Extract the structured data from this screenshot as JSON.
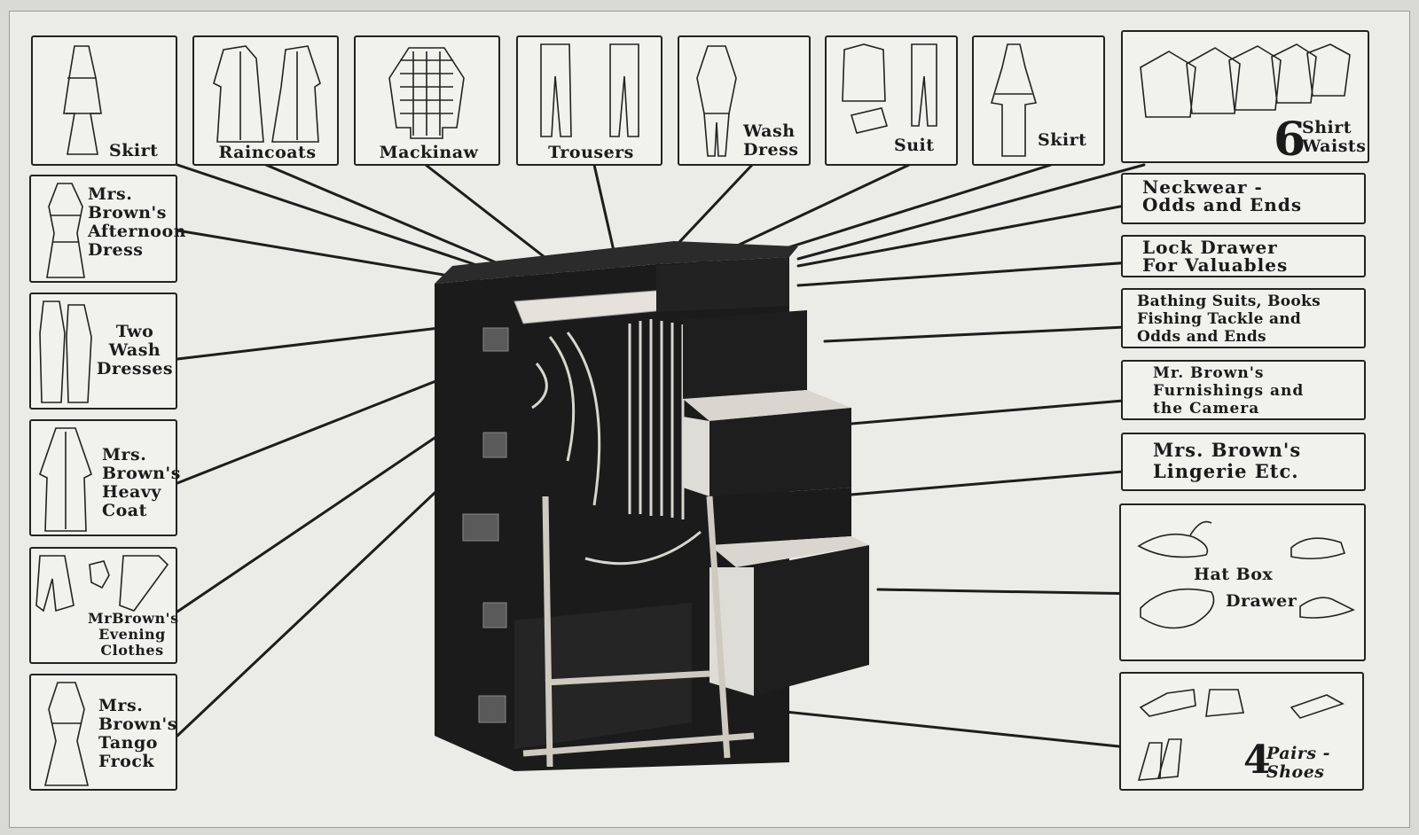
{
  "top_row": [
    {
      "id": "skirt-1",
      "label": "Skirt"
    },
    {
      "id": "raincoats",
      "label": "Raincoats"
    },
    {
      "id": "mackinaw",
      "label": "Mackinaw"
    },
    {
      "id": "trousers",
      "label": "Trousers"
    },
    {
      "id": "wash-dress",
      "label": "Wash\nDress"
    },
    {
      "id": "suit",
      "label": "Suit"
    },
    {
      "id": "skirt-2",
      "label": "Skirt"
    },
    {
      "id": "shirt-waists",
      "number": "6",
      "label": "Shirt\nWaists"
    }
  ],
  "left_column": [
    {
      "id": "afternoon-dress",
      "label": "Mrs.\nBrown's\nAfternoon\nDress"
    },
    {
      "id": "two-wash-dresses",
      "label": "Two\nWash\nDresses"
    },
    {
      "id": "heavy-coat",
      "label": "Mrs.\nBrown's\nHeavy\nCoat"
    },
    {
      "id": "evening-clothes",
      "label": "MrBrown's\nEvening\nClothes"
    },
    {
      "id": "tango-frock",
      "label": "Mrs.\nBrown's\nTango\nFrock"
    }
  ],
  "right_column": [
    {
      "id": "neckwear",
      "label": "Neckwear -\nOdds and Ends"
    },
    {
      "id": "lock-drawer",
      "label": "Lock Drawer\nFor Valuables"
    },
    {
      "id": "bathing-suits",
      "label": "Bathing Suits, Books\nFishing Tackle and\nOdds and Ends"
    },
    {
      "id": "furnishings",
      "label": "Mr. Brown's\nFurnishings and\nthe Camera"
    },
    {
      "id": "lingerie",
      "label": "Mrs. Brown's\nLingerie Etc."
    },
    {
      "id": "hat-box",
      "label_1": "Hat Box",
      "label_2": "Drawer"
    },
    {
      "id": "shoes",
      "number": "4",
      "label": "Pairs -\nShoes"
    }
  ],
  "colors": {
    "ink": "#222222",
    "paper": "#ebebe8",
    "box": "#f1f1ee",
    "trunk": "#1b1b1b",
    "drawer_front": "#dedcd6"
  }
}
